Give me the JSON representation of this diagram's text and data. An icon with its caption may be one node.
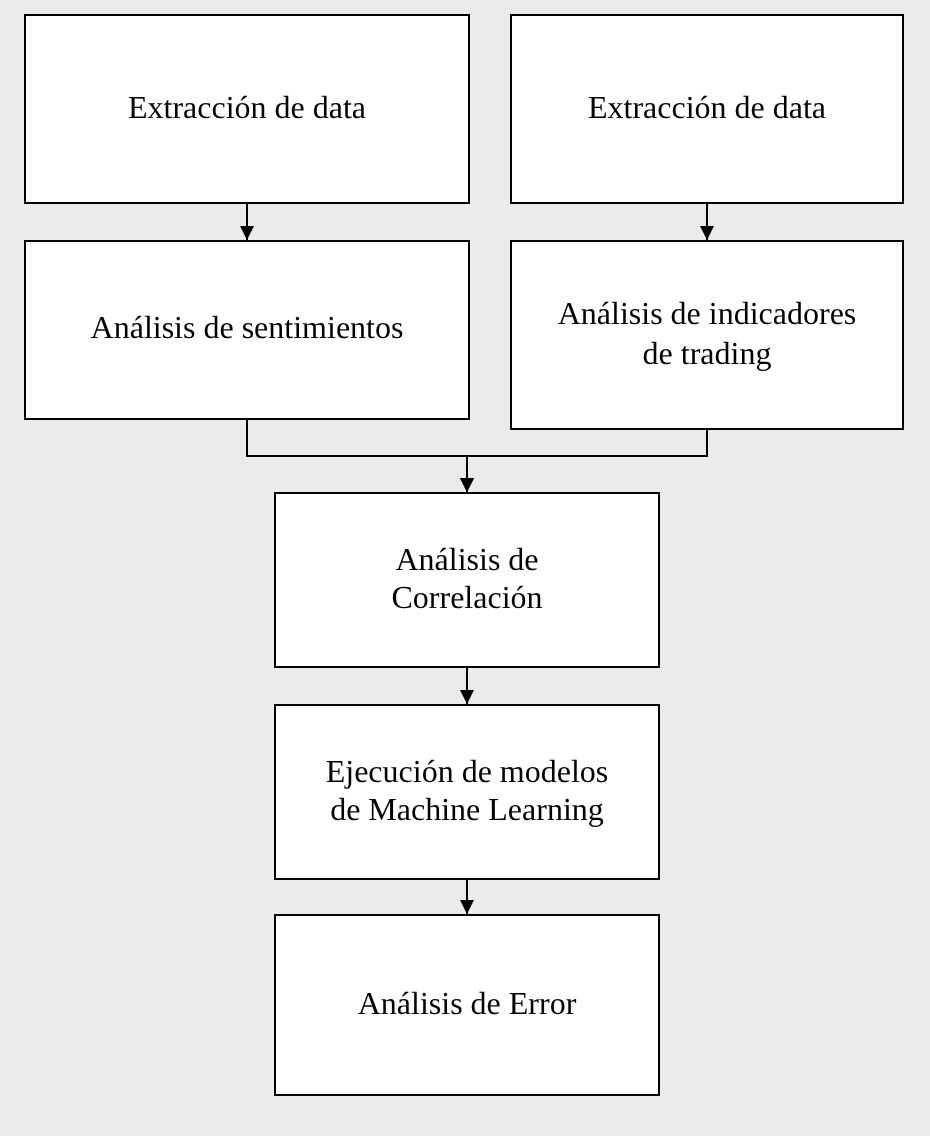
{
  "diagram": {
    "nodes": [
      {
        "text": [
          "Extracción de data"
        ]
      },
      {
        "text": [
          "Extracción de data"
        ]
      },
      {
        "text": [
          "Análisis de sentimientos"
        ]
      },
      {
        "text": [
          "Análisis de indicadores de trading"
        ]
      },
      {
        "text": [
          "Análisis de Correlación"
        ]
      },
      {
        "text": [
          "Ejecución de modelos de Machine Learning"
        ]
      },
      {
        "text": [
          "Análisis de Error"
        ]
      }
    ],
    "edges": [
      {
        "from": 0,
        "to": 2,
        "arrow": "to"
      },
      {
        "from": 1,
        "to": 3,
        "arrow": "to"
      },
      {
        "from": 2,
        "to": 4,
        "arrow": "to"
      },
      {
        "from": 3,
        "to": 4,
        "arrow": "to"
      },
      {
        "from": 4,
        "to": 5,
        "arrow": "to"
      },
      {
        "from": 5,
        "to": 6,
        "arrow": "to"
      }
    ]
  }
}
